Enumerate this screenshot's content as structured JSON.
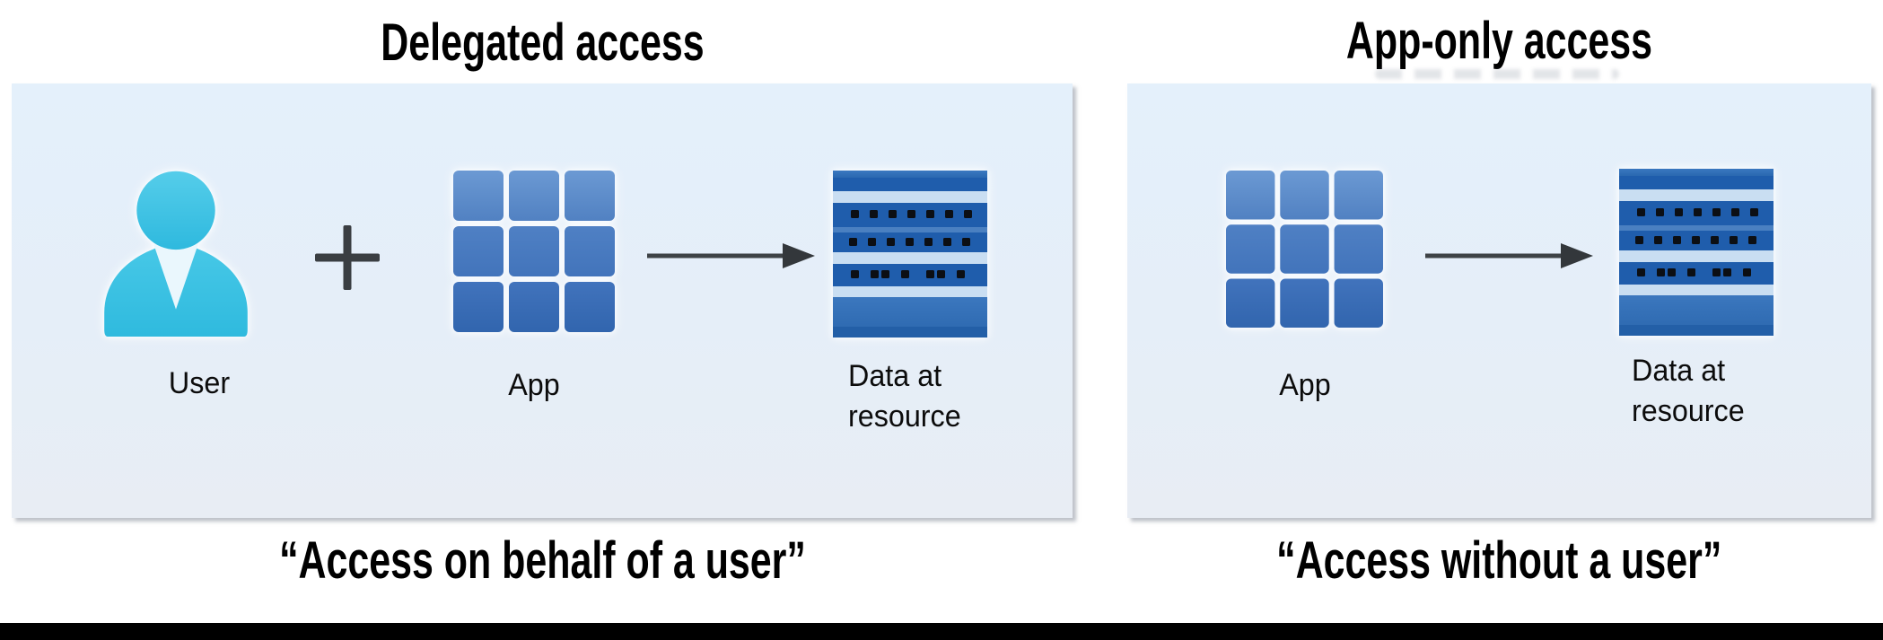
{
  "diagram": {
    "left_panel": {
      "title": "Delegated access",
      "caption": "“Access on behalf of a user”",
      "user_label": "User",
      "app_label": "App",
      "resource_label": "Data at resource"
    },
    "right_panel": {
      "title": "App-only access",
      "caption": "“Access without a user”",
      "app_label": "App",
      "resource_label": "Data at resource"
    },
    "icons": {
      "user": "user-icon",
      "plus": "plus-icon",
      "app": "app-grid-icon",
      "arrow": "arrow-right-icon",
      "resource": "database-icon"
    },
    "colors": {
      "panel_background": "#E4F0FB",
      "user_cyan": "#3FC4E4",
      "app_blue": "#4173BC",
      "resource_blue": "#1F5DAC",
      "separator_light_blue": "#C9DEF2",
      "arrow_gray": "#3E4246",
      "text_black": "#000000",
      "bottom_bar": "#000000"
    }
  }
}
